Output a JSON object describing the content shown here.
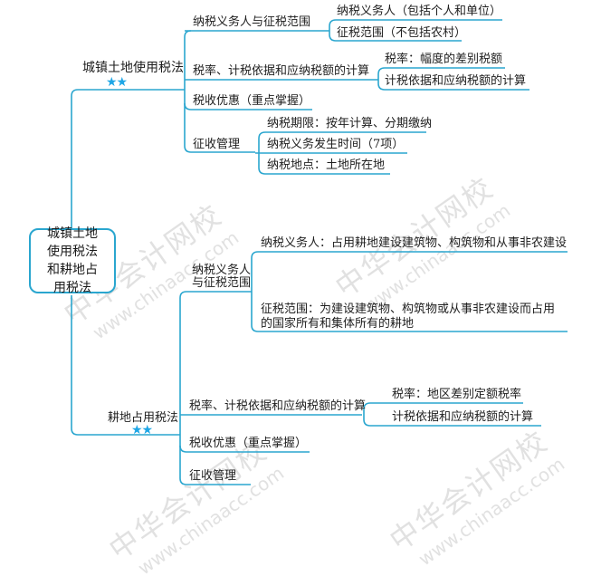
{
  "mindmap": {
    "root": {
      "label": "城镇土地使用税法和耕地占用税法"
    },
    "line_color": "#2aa6cf",
    "star_color": "#1ea6e6",
    "branches": [
      {
        "label": "城镇土地使用税法",
        "importance": "★★",
        "children": [
          {
            "label": "纳税义务人与征税范围",
            "children": [
              {
                "label": "纳税义务人（包括个人和单位）"
              },
              {
                "label": "征税范围（不包括农村）"
              }
            ]
          },
          {
            "label": "税率、计税依据和应纳税额的计算",
            "children": [
              {
                "label": "税率：幅度的差别税额"
              },
              {
                "label": "计税依据和应纳税额的计算"
              }
            ]
          },
          {
            "label": "税收优惠（重点掌握）",
            "children": []
          },
          {
            "label": "征收管理",
            "children": [
              {
                "label": "纳税期限：按年计算、分期缴纳"
              },
              {
                "label": "纳税义务发生时间（7项）"
              },
              {
                "label": "纳税地点：土地所在地"
              }
            ]
          }
        ]
      },
      {
        "label": "耕地占用税法",
        "importance": "★★",
        "children": [
          {
            "label_line1": "纳税义务人",
            "label_line2": "与征税范围",
            "children": [
              {
                "label": "纳税义务人：占用耕地建设建筑物、构筑物和从事非农建设"
              },
              {
                "label_line1": "征税范围：为建设建筑物、构筑物或从事非农建设而占用",
                "label_line2": "的国家所有和集体所有的耕地"
              }
            ]
          },
          {
            "label": "税率、计税依据和应纳税额的计算",
            "children": [
              {
                "label": "税率：地区差别定额税率"
              },
              {
                "label": "计税依据和应纳税额的计算"
              }
            ]
          },
          {
            "label": "税收优惠（重点掌握）",
            "children": []
          },
          {
            "label": "征收管理",
            "children": []
          }
        ]
      }
    ]
  },
  "watermark": {
    "cn": "中华会计网校",
    "en": "www.chinaacc.com"
  }
}
